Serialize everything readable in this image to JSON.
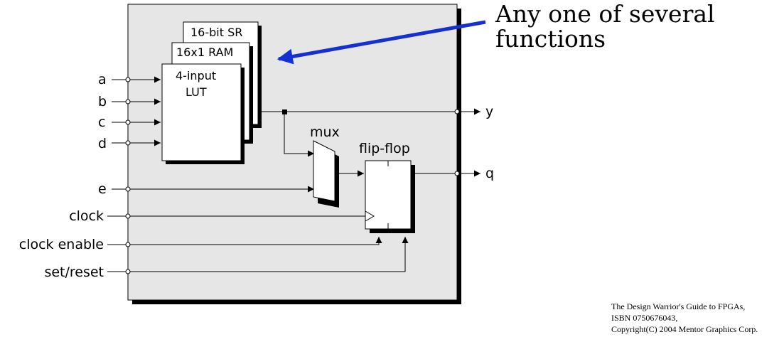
{
  "inputs": {
    "a": "a",
    "b": "b",
    "c": "c",
    "d": "d",
    "e": "e",
    "clock": "clock",
    "clock_enable": "clock enable",
    "set_reset": "set/reset"
  },
  "outputs": {
    "y": "y",
    "q": "q"
  },
  "blocks": {
    "sr": "16-bit SR",
    "ram": "16x1 RAM",
    "lut_line1": "4-input",
    "lut_line2": "LUT",
    "mux": "mux",
    "flipflop": "flip-flop"
  },
  "annotation": {
    "line1": "Any one of several",
    "line2": "functions",
    "arrow_color": "#1530d0"
  },
  "citation": {
    "line1": "The Design Warrior's Guide to FPGAs,",
    "line2": "ISBN 0750676043,",
    "line3": "Copyright(C) 2004 Mentor Graphics Corp."
  }
}
